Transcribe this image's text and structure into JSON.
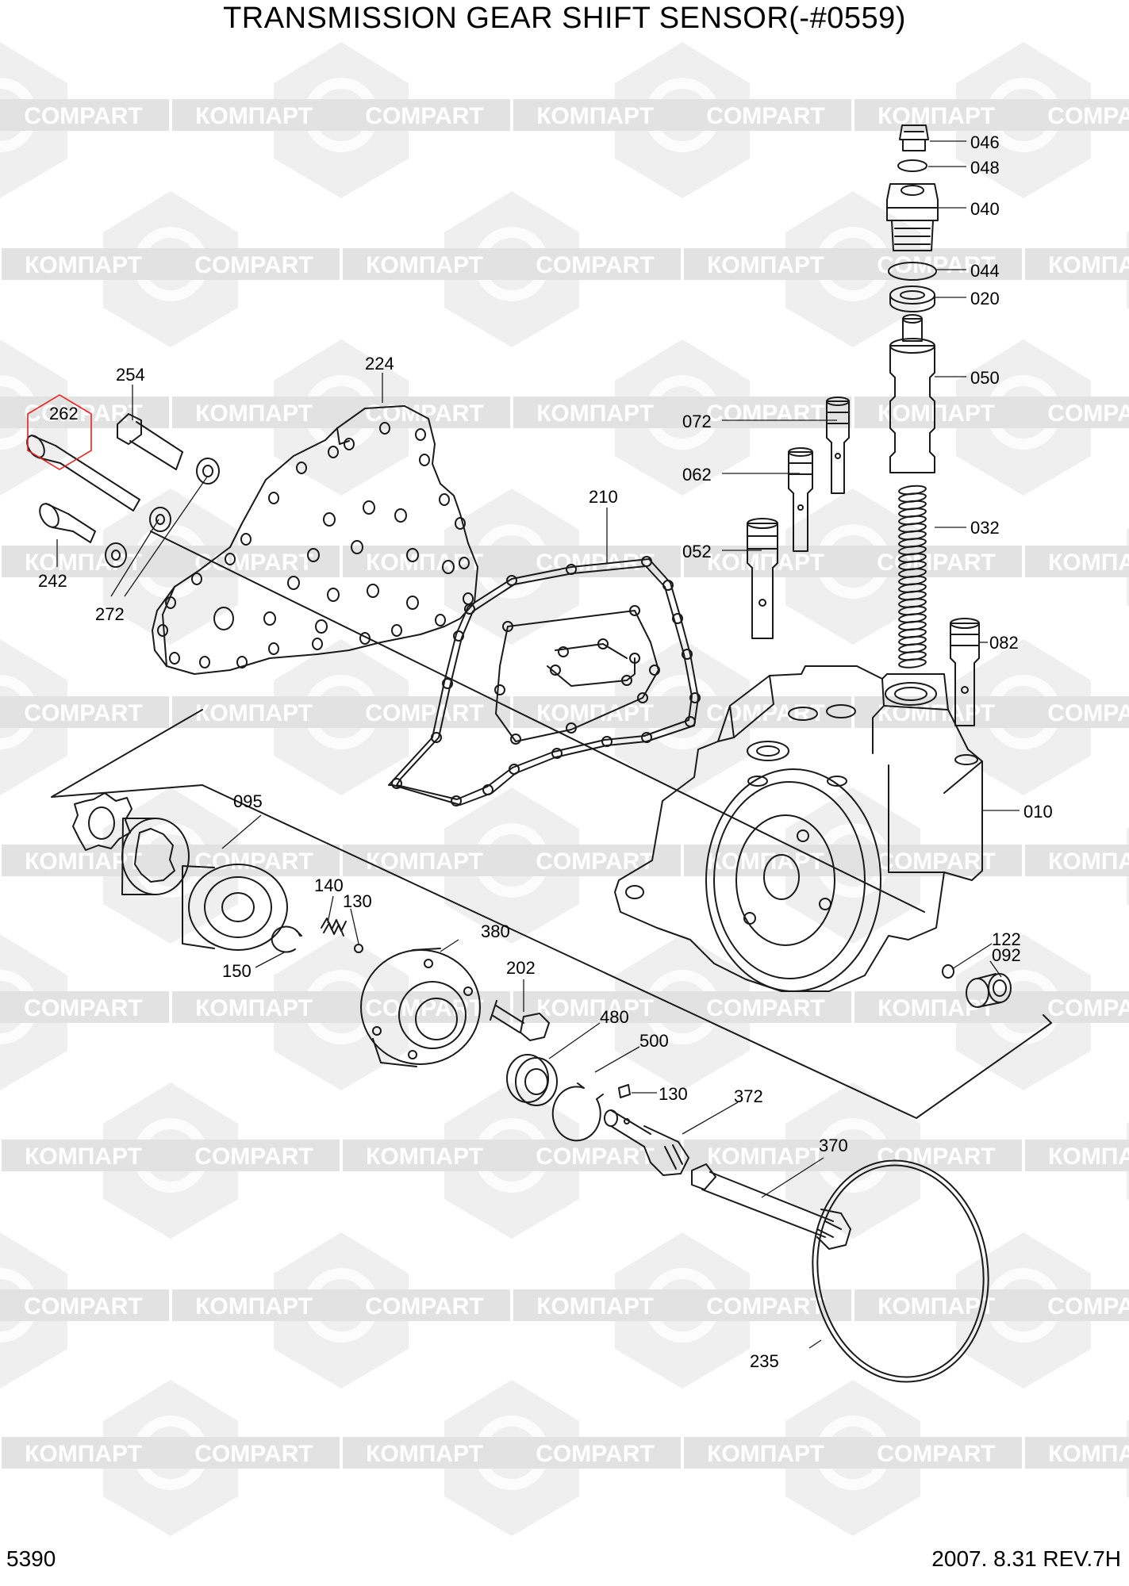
{
  "title": "TRANSMISSION GEAR SHIFT SENSOR(-#0559)",
  "footer": {
    "page_number": "5390",
    "revision": "2007.  8.31  REV.7H"
  },
  "watermark": {
    "text_cyrillic": "КОМПАРТ",
    "text_latin": "COMPART"
  },
  "colors": {
    "line": "#1a1a1a",
    "watermark": "#e2e2e2",
    "highlight": "#e8201c"
  },
  "highlighted_part": "262",
  "part_labels": [
    {
      "id": "046",
      "text": "046"
    },
    {
      "id": "048",
      "text": "048"
    },
    {
      "id": "040",
      "text": "040"
    },
    {
      "id": "044",
      "text": "044"
    },
    {
      "id": "020",
      "text": "020"
    },
    {
      "id": "050",
      "text": "050"
    },
    {
      "id": "072",
      "text": "072"
    },
    {
      "id": "062",
      "text": "062"
    },
    {
      "id": "032",
      "text": "032"
    },
    {
      "id": "052",
      "text": "052"
    },
    {
      "id": "082",
      "text": "082"
    },
    {
      "id": "010",
      "text": "010"
    },
    {
      "id": "254",
      "text": "254"
    },
    {
      "id": "224",
      "text": "224"
    },
    {
      "id": "262",
      "text": "262"
    },
    {
      "id": "210",
      "text": "210"
    },
    {
      "id": "242",
      "text": "242"
    },
    {
      "id": "272",
      "text": "272"
    },
    {
      "id": "095",
      "text": "095"
    },
    {
      "id": "140",
      "text": "140"
    },
    {
      "id": "130a",
      "text": "130"
    },
    {
      "id": "150",
      "text": "150"
    },
    {
      "id": "380",
      "text": "380"
    },
    {
      "id": "202",
      "text": "202"
    },
    {
      "id": "122",
      "text": "122"
    },
    {
      "id": "092",
      "text": "092"
    },
    {
      "id": "480",
      "text": "480"
    },
    {
      "id": "500",
      "text": "500"
    },
    {
      "id": "130b",
      "text": "130"
    },
    {
      "id": "372",
      "text": "372"
    },
    {
      "id": "370",
      "text": "370"
    },
    {
      "id": "235",
      "text": "235"
    }
  ]
}
